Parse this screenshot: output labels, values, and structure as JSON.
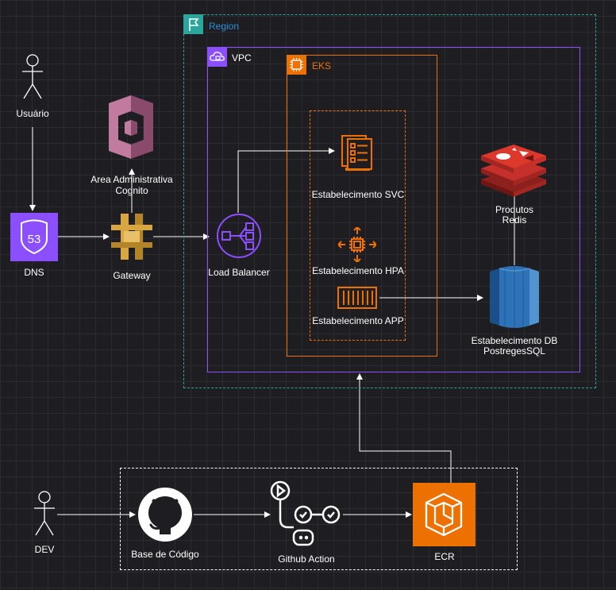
{
  "groups": {
    "region": "Region",
    "vpc": "VPC",
    "eks": "EKS"
  },
  "nodes": {
    "usuario": "Usuário",
    "dns": "DNS",
    "gateway": "Gateway",
    "cognito_line1": "Area Administrativa",
    "cognito_line2": "Cognito",
    "load_balancer": "Load Balancer",
    "svc": "Estabelecimento SVC",
    "hpa": "Estabelecimento HPA",
    "app": "Estabelecimento APP",
    "redis_line1": "Produtos",
    "redis_line2": "Redis",
    "db_line1": "Estabelecimento DB",
    "db_line2": "PostregesSQL",
    "dev": "DEV",
    "repo": "Base de Código",
    "github_action": "Github Action",
    "ecr": "ECR"
  },
  "icons": {
    "route53": "53",
    "user": "person-icon",
    "gateway": "api-gateway-icon",
    "cognito": "cognito-icon",
    "load_balancer": "load-balancer-icon",
    "svc": "service-icon",
    "hpa": "autoscaling-icon",
    "app": "container-icon",
    "redis": "redis-icon",
    "db": "database-icon",
    "github": "github-icon",
    "github_action": "workflow-icon",
    "ecr": "ecr-icon"
  },
  "colors": {
    "region": "#2aa69c",
    "vpc": "#8c4fff",
    "eks": "#ed7100",
    "route53": "#8c4fff",
    "gateway": "#d9a741",
    "cognito": "#c17b9e",
    "redis": "#c6302b",
    "db": "#2e73b8",
    "ecr": "#ed7100"
  }
}
